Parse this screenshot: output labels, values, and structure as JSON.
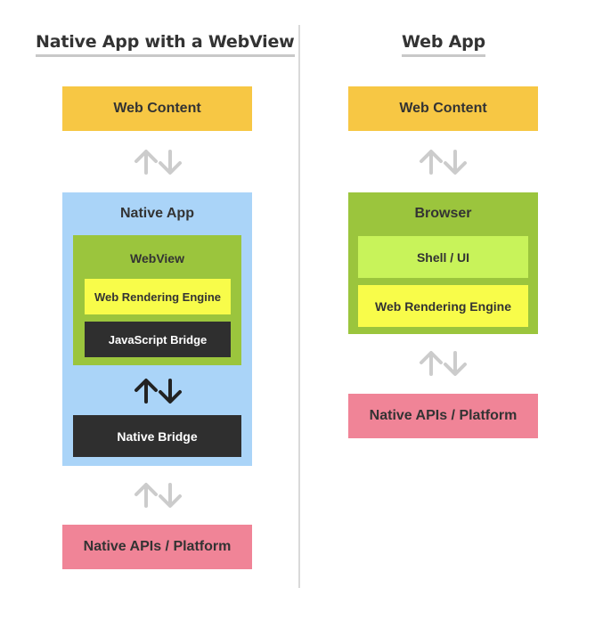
{
  "left": {
    "title": "Native App with a WebView",
    "web_content": "Web Content",
    "native_app": {
      "label": "Native App",
      "webview": {
        "label": "WebView",
        "rendering_engine": "Web Rendering Engine",
        "js_bridge": "JavaScript Bridge"
      },
      "native_bridge": "Native Bridge"
    },
    "platform": "Native APIs / Platform"
  },
  "right": {
    "title": "Web App",
    "web_content": "Web Content",
    "browser": {
      "label": "Browser",
      "shell": "Shell / UI",
      "rendering_engine": "Web Rendering Engine"
    },
    "platform": "Native APIs / Platform"
  },
  "colors": {
    "web_content": "#f7c744",
    "native_app": "#aad4f8",
    "green": "#9bc53d",
    "shell": "#c8f35a",
    "yellow": "#f8fc4a",
    "dark": "#2f2f2f",
    "platform": "#f08497",
    "arrow_light": "#cccccc",
    "arrow_dark": "#222222"
  }
}
